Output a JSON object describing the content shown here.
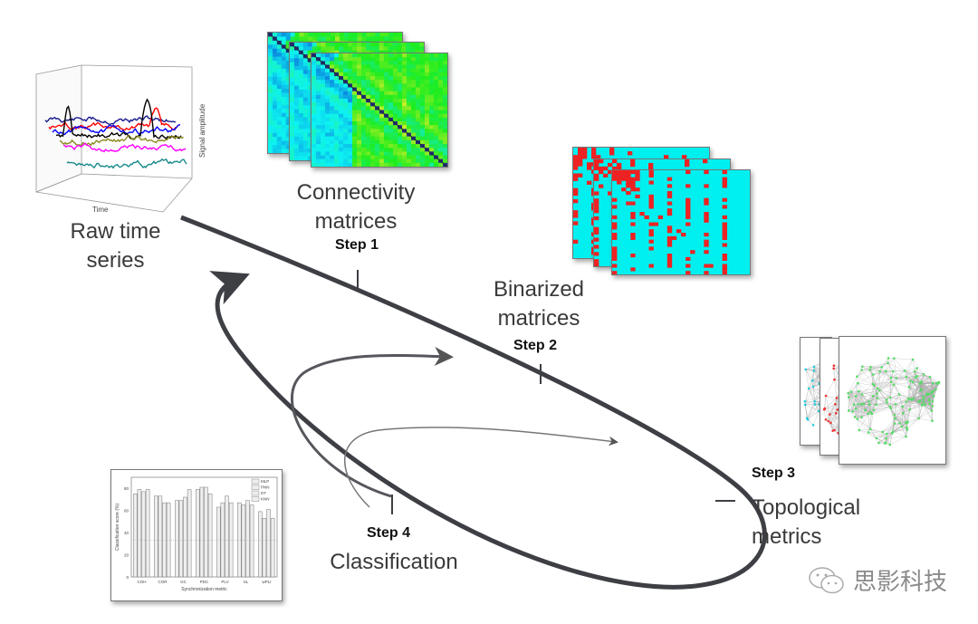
{
  "raw_time_series": {
    "label_line1": "Raw time",
    "label_line2": "series",
    "axis_time": "Time",
    "axis_amplitude": "Signal amplitude",
    "series_colors": [
      "#1a1a8c",
      "#ff0000",
      "#0000ff",
      "#000000",
      "#8a8a20",
      "#ff00ff",
      "#1a8a8a"
    ]
  },
  "connectivity": {
    "label_line1": "Connectivity",
    "label_line2": "matrices",
    "step": "Step 1"
  },
  "binarized": {
    "label_line1": "Binarized",
    "label_line2": "matrices",
    "step": "Step 2"
  },
  "topological": {
    "label_line1": "Topological",
    "label_line2": "metrics",
    "step": "Step 3",
    "node_colors": [
      "#22ccdd",
      "#ee3333",
      "#55dd66"
    ]
  },
  "classification": {
    "label": "Classification",
    "step": "Step 4"
  },
  "watermark": {
    "icon": "wechat-icon",
    "text": "思影科技"
  },
  "chart_data": {
    "type": "bar",
    "title": "",
    "xlabel": "Synchronization metric",
    "ylabel": "Classification score (%)",
    "ylim": [
      0,
      90
    ],
    "yticks": [
      0,
      20,
      40,
      60,
      80
    ],
    "categories": [
      "COH",
      "COR",
      "GC",
      "PDC",
      "PLV",
      "SL",
      "wPLI"
    ],
    "legend_position": "top-right",
    "series": [
      {
        "name": "MLP",
        "values": [
          75,
          73,
          69,
          79,
          63,
          67,
          59
        ]
      },
      {
        "name": "PNN",
        "values": [
          79,
          73,
          69,
          81,
          67,
          65,
          53
        ]
      },
      {
        "name": "DT",
        "values": [
          77,
          67,
          72,
          81,
          73,
          69,
          61
        ]
      },
      {
        "name": "KNN",
        "values": [
          79,
          67,
          79,
          75,
          67,
          65,
          53
        ]
      }
    ]
  }
}
